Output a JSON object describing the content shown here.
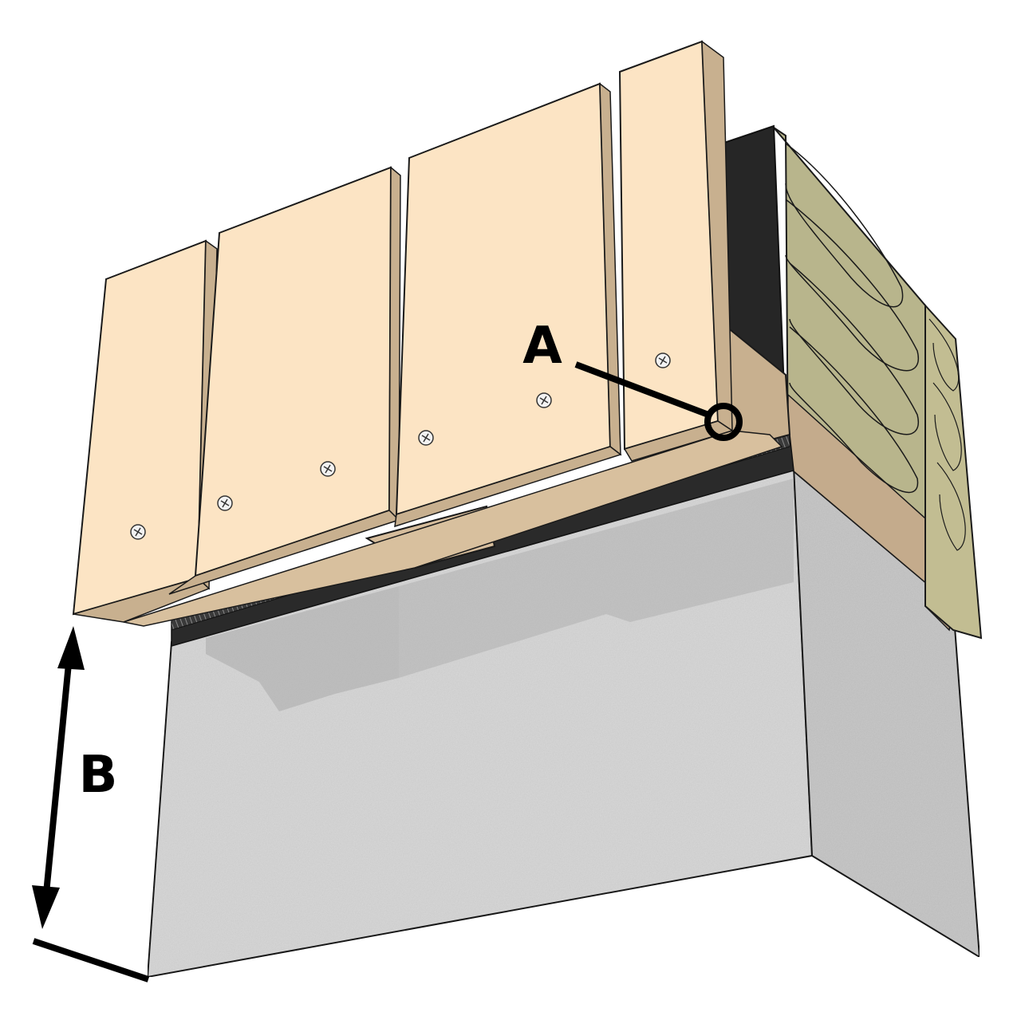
{
  "diagram": {
    "labels": {
      "a": "A",
      "b": "B"
    },
    "colors": {
      "board_face": "#fce4c4",
      "board_edge": "#c8b08f",
      "insulation": "#b8b58c",
      "membrane": "#262626",
      "concrete": "#d6d6d6",
      "outline": "#1a1a1a"
    },
    "components": [
      "facade-board",
      "batten",
      "membrane",
      "insulation",
      "concrete-wall",
      "screw"
    ]
  }
}
